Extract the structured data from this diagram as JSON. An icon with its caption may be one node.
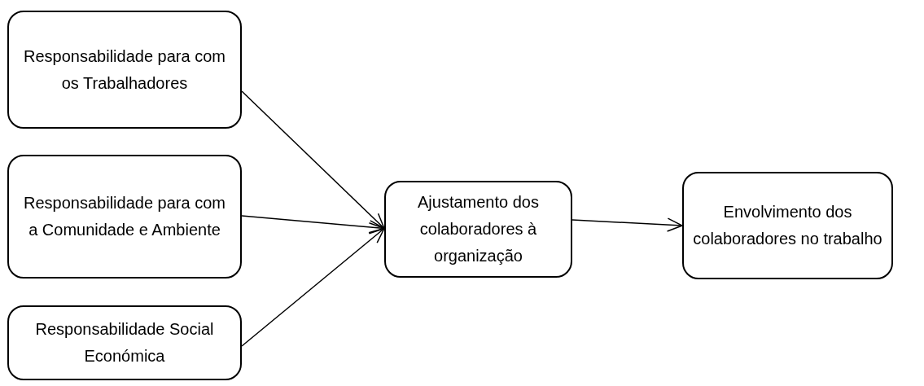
{
  "diagram": {
    "nodes": [
      {
        "text": [
          "Responsabilidade para com os Trabalhadores"
        ]
      },
      {
        "text": [
          "Responsabilidade para com a Comunidade e Ambiente"
        ]
      },
      {
        "text": [
          "Responsabilidade Social Económica"
        ]
      },
      {
        "text": [
          "Ajustamento dos colaboradores à organização"
        ]
      },
      {
        "text": [
          "Envolvimento dos colaboradores no trabalho"
        ]
      }
    ],
    "edges": [
      {
        "from": 0,
        "to": 3,
        "arrow": "to"
      },
      {
        "from": 1,
        "to": 3,
        "arrow": "to"
      },
      {
        "from": 2,
        "to": 3,
        "arrow": "to"
      },
      {
        "from": 3,
        "to": 4,
        "arrow": "to"
      }
    ]
  }
}
